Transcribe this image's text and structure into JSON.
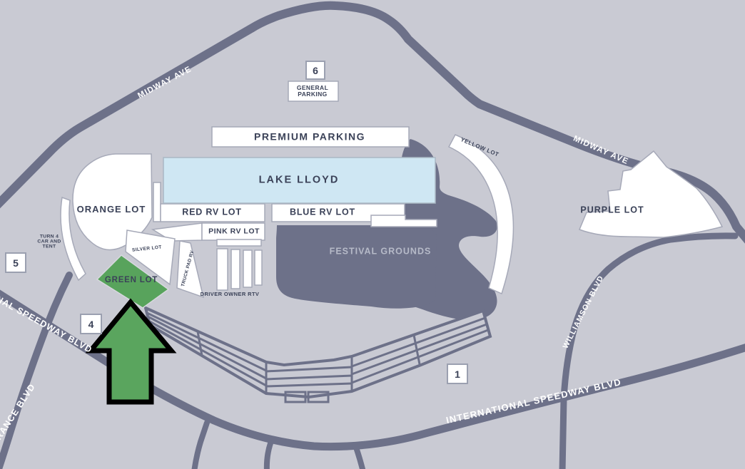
{
  "map": {
    "roads": {
      "midway_ave": "MIDWAY AVE",
      "international_speedway_blvd": "INTERNATIONAL SPEEDWAY BLVD",
      "international_speedway_blvd_fragment": "IONAL SPEEDWAY BLVD",
      "france_blvd_fragment": "RANCE BLVD",
      "williamson_blvd": "WILLIAMSON BLVD"
    },
    "water": {
      "lake_lloyd": "LAKE LLOYD"
    },
    "areas": {
      "festival_grounds": "FESTIVAL GROUNDS"
    },
    "parking": {
      "premium": "PREMIUM PARKING",
      "general": {
        "lines": [
          "GENERAL",
          "PARKING"
        ]
      },
      "orange": "ORANGE LOT",
      "red_rv": "RED RV LOT",
      "blue_rv": "BLUE RV LOT",
      "pink_rv": "PINK RV LOT",
      "silver": "SILVER LOT",
      "green": "GREEN LOT",
      "yellow": "YELLOW LOT",
      "purple": "PURPLE LOT",
      "truck_pad_rv": "TRUCK PAD RV",
      "driver_owner_rtv": "DRIVER OWNER RTV",
      "turn4": {
        "lines": [
          "TURN 4",
          "CAR AND",
          "TENT"
        ]
      }
    },
    "badges": {
      "one": "1",
      "four": "4",
      "five": "5",
      "six": "6"
    },
    "colors": {
      "background": "#c9cad3",
      "road": "#6d7189",
      "lot_white": "#ffffff",
      "lake": "#cfe7f3",
      "green_lot": "#58a35c",
      "arrow_green": "#5aa55e",
      "arrow_outline": "#000000",
      "label_navy": "#3b4258",
      "festival_label": "#b6bac8"
    }
  }
}
